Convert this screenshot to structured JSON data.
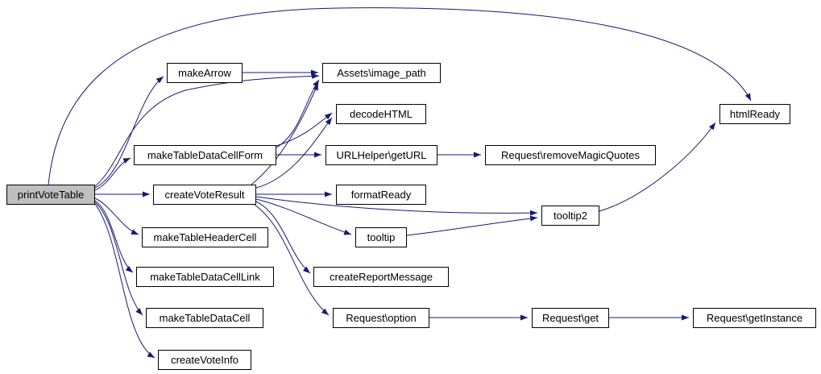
{
  "diagram": {
    "type": "call-graph",
    "background_color": "#ffffff",
    "edge_color": "#191970",
    "node_border_color": "#000000",
    "highlight_fill_color": "#bfbfbf",
    "nodes": [
      {
        "id": "printVoteTable",
        "label": "printVoteTable",
        "highlighted": true
      },
      {
        "id": "makeArrow",
        "label": "makeArrow",
        "highlighted": false
      },
      {
        "id": "assets_image_path",
        "label": "Assets\\image_path",
        "highlighted": false
      },
      {
        "id": "decodeHTML",
        "label": "decodeHTML",
        "highlighted": false
      },
      {
        "id": "makeTableDataCellForm",
        "label": "makeTableDataCellForm",
        "highlighted": false
      },
      {
        "id": "urlhelper_getURL",
        "label": "URLHelper\\getURL",
        "highlighted": false
      },
      {
        "id": "request_removeMagicQuotes",
        "label": "Request\\removeMagicQuotes",
        "highlighted": false
      },
      {
        "id": "createVoteResult",
        "label": "createVoteResult",
        "highlighted": false
      },
      {
        "id": "formatReady",
        "label": "formatReady",
        "highlighted": false
      },
      {
        "id": "tooltip",
        "label": "tooltip",
        "highlighted": false
      },
      {
        "id": "tooltip2",
        "label": "tooltip2",
        "highlighted": false
      },
      {
        "id": "htmlReady",
        "label": "htmlReady",
        "highlighted": false
      },
      {
        "id": "makeTableHeaderCell",
        "label": "makeTableHeaderCell",
        "highlighted": false
      },
      {
        "id": "makeTableDataCellLink",
        "label": "makeTableDataCellLink",
        "highlighted": false
      },
      {
        "id": "createReportMessage",
        "label": "createReportMessage",
        "highlighted": false
      },
      {
        "id": "makeTableDataCell",
        "label": "makeTableDataCell",
        "highlighted": false
      },
      {
        "id": "request_option",
        "label": "Request\\option",
        "highlighted": false
      },
      {
        "id": "request_get",
        "label": "Request\\get",
        "highlighted": false
      },
      {
        "id": "request_getInstance",
        "label": "Request\\getInstance",
        "highlighted": false
      },
      {
        "id": "createVoteInfo",
        "label": "createVoteInfo",
        "highlighted": false
      }
    ],
    "edges": [
      {
        "from": "printVoteTable",
        "to": "makeArrow"
      },
      {
        "from": "printVoteTable",
        "to": "assets_image_path"
      },
      {
        "from": "printVoteTable",
        "to": "makeTableDataCellForm"
      },
      {
        "from": "printVoteTable",
        "to": "createVoteResult"
      },
      {
        "from": "printVoteTable",
        "to": "makeTableHeaderCell"
      },
      {
        "from": "printVoteTable",
        "to": "makeTableDataCellLink"
      },
      {
        "from": "printVoteTable",
        "to": "makeTableDataCell"
      },
      {
        "from": "printVoteTable",
        "to": "createVoteInfo"
      },
      {
        "from": "printVoteTable",
        "to": "htmlReady"
      },
      {
        "from": "makeArrow",
        "to": "assets_image_path"
      },
      {
        "from": "makeTableDataCellForm",
        "to": "assets_image_path"
      },
      {
        "from": "makeTableDataCellForm",
        "to": "decodeHTML"
      },
      {
        "from": "makeTableDataCellForm",
        "to": "urlhelper_getURL"
      },
      {
        "from": "urlhelper_getURL",
        "to": "request_removeMagicQuotes"
      },
      {
        "from": "createVoteResult",
        "to": "assets_image_path"
      },
      {
        "from": "createVoteResult",
        "to": "decodeHTML"
      },
      {
        "from": "createVoteResult",
        "to": "formatReady"
      },
      {
        "from": "createVoteResult",
        "to": "tooltip"
      },
      {
        "from": "createVoteResult",
        "to": "tooltip2"
      },
      {
        "from": "createVoteResult",
        "to": "createReportMessage"
      },
      {
        "from": "createVoteResult",
        "to": "request_option"
      },
      {
        "from": "tooltip",
        "to": "tooltip2"
      },
      {
        "from": "tooltip2",
        "to": "htmlReady"
      },
      {
        "from": "request_option",
        "to": "request_get"
      },
      {
        "from": "request_get",
        "to": "request_getInstance"
      }
    ]
  }
}
